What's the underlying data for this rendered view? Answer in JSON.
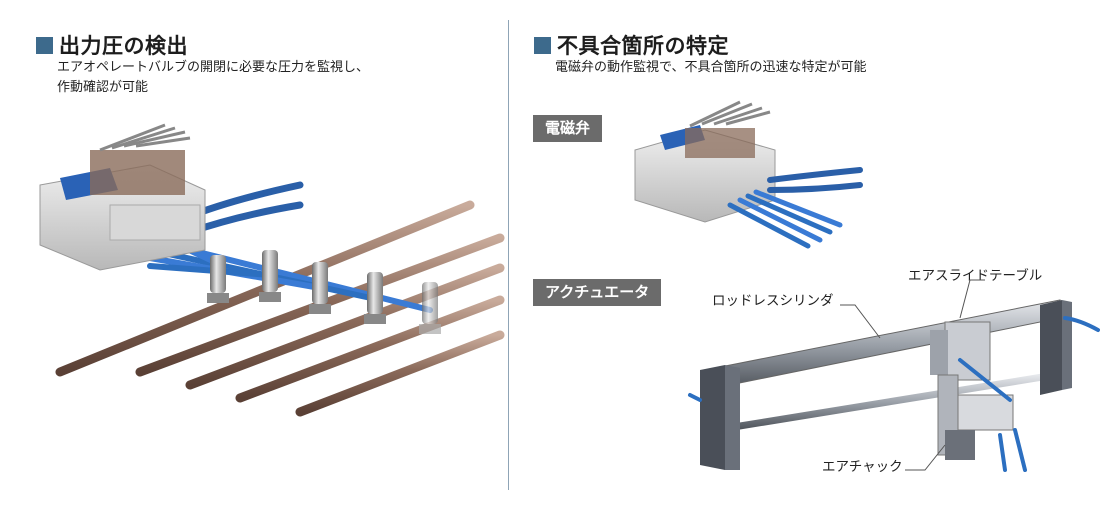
{
  "left": {
    "heading": "出力圧の検出",
    "desc_line1": "エアオペレートバルブの開閉に必要な圧力を監視し、",
    "desc_line2": "作動確認が可能"
  },
  "right": {
    "heading": "不具合箇所の特定",
    "desc": "電磁弁の動作監視で、不具合箇所の迅速な特定が可能",
    "tag_solenoid": "電磁弁",
    "tag_actuator": "アクチュエータ",
    "label_rodless": "ロッドレスシリンダ",
    "label_slide_table": "エアスライドテーブル",
    "label_chuck": "エアチャック"
  },
  "colors": {
    "heading_square": "#3d6a8c",
    "tag_bg": "#6b6b6b",
    "tube_blue": "#2c6fc0",
    "copper_pipe": "#8b6a5a"
  }
}
